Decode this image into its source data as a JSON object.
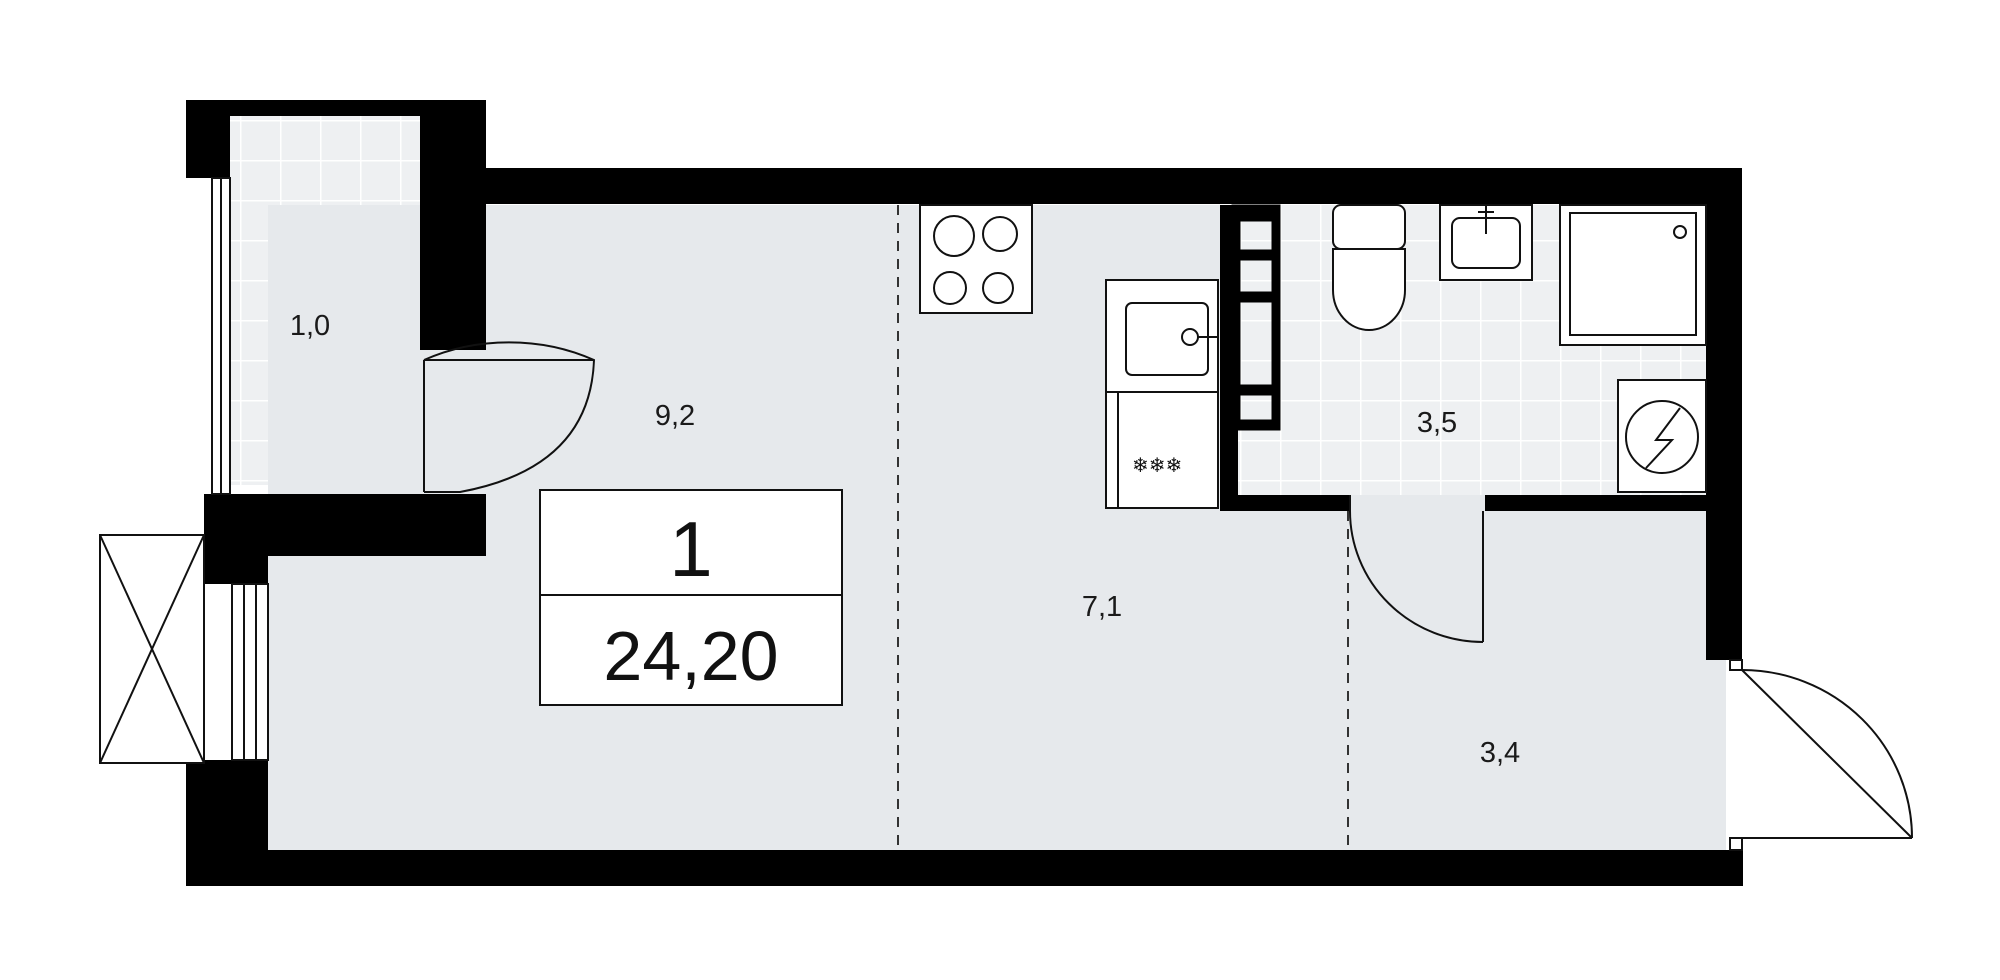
{
  "plan": {
    "colors": {
      "wall": "#000000",
      "floor": "#e6e9ec",
      "tile_floor": "#eef0f2",
      "tile_line": "#ffffff",
      "line": "#111111"
    },
    "apartment": {
      "rooms_count": "1",
      "total_area": "24,20"
    },
    "rooms": [
      {
        "id": "balcony",
        "area": "1,0"
      },
      {
        "id": "living-room",
        "area": "9,2"
      },
      {
        "id": "kitchen",
        "area": "7,1"
      },
      {
        "id": "bathroom",
        "area": "3,5"
      },
      {
        "id": "hallway",
        "area": "3,4"
      }
    ],
    "fixtures": [
      {
        "name": "cooktop-icon"
      },
      {
        "name": "kitchen-sink-icon"
      },
      {
        "name": "oven-icon"
      },
      {
        "name": "shelving-icon"
      },
      {
        "name": "toilet-icon"
      },
      {
        "name": "washbasin-icon"
      },
      {
        "name": "shower-tray-icon"
      },
      {
        "name": "washing-machine-icon"
      },
      {
        "name": "ventilation-unit-icon"
      }
    ]
  }
}
